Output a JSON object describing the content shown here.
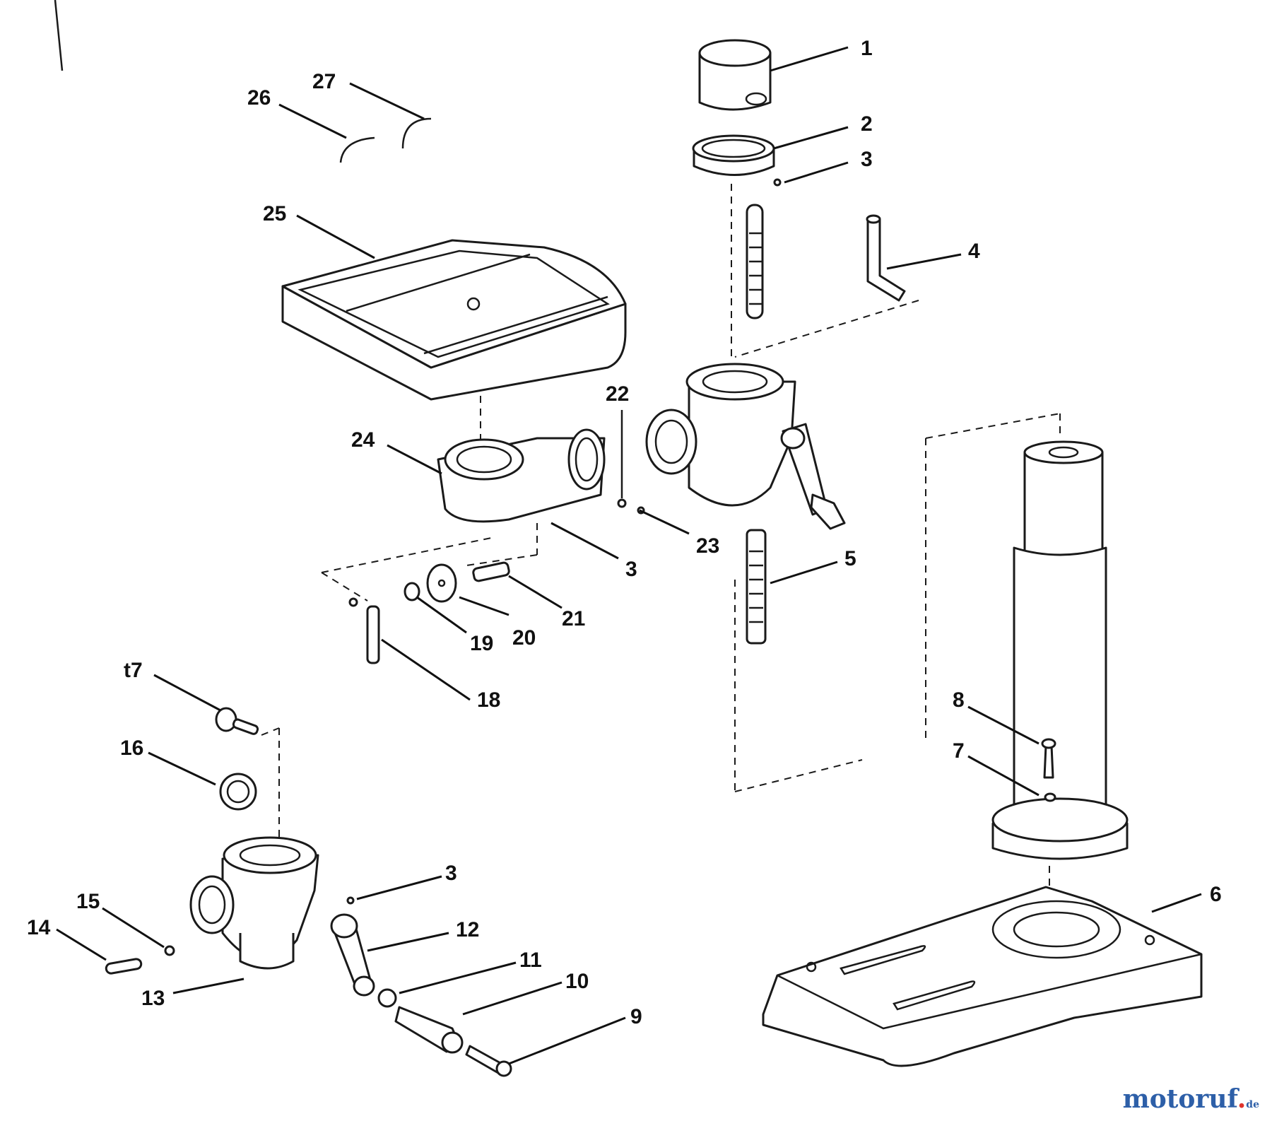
{
  "callouts": [
    {
      "id": "1",
      "text": "1"
    },
    {
      "id": "2",
      "text": "2"
    },
    {
      "id": "3a",
      "text": "3"
    },
    {
      "id": "4",
      "text": "4"
    },
    {
      "id": "5",
      "text": "5"
    },
    {
      "id": "6",
      "text": "6"
    },
    {
      "id": "7",
      "text": "7"
    },
    {
      "id": "8",
      "text": "8"
    },
    {
      "id": "9",
      "text": "9"
    },
    {
      "id": "10",
      "text": "10"
    },
    {
      "id": "11",
      "text": "11"
    },
    {
      "id": "12",
      "text": "12"
    },
    {
      "id": "13",
      "text": "13"
    },
    {
      "id": "14",
      "text": "14"
    },
    {
      "id": "15",
      "text": "15"
    },
    {
      "id": "16",
      "text": "16"
    },
    {
      "id": "17",
      "text": "t7"
    },
    {
      "id": "18",
      "text": "18"
    },
    {
      "id": "19",
      "text": "19"
    },
    {
      "id": "20",
      "text": "20"
    },
    {
      "id": "21",
      "text": "21"
    },
    {
      "id": "22",
      "text": "22"
    },
    {
      "id": "23",
      "text": "23"
    },
    {
      "id": "24",
      "text": "24"
    },
    {
      "id": "25",
      "text": "25"
    },
    {
      "id": "26",
      "text": "26"
    },
    {
      "id": "27",
      "text": "27"
    },
    {
      "id": "3b",
      "text": "3"
    },
    {
      "id": "3c",
      "text": "3"
    }
  ],
  "watermark": {
    "main": "motoruf",
    "dot": ".",
    "tld": "de"
  }
}
